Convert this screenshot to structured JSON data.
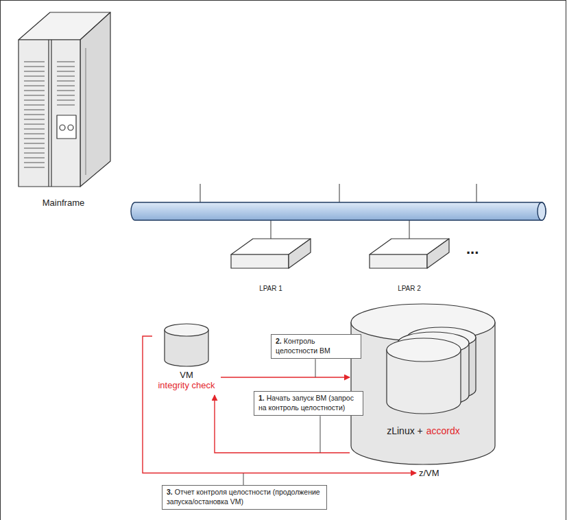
{
  "diagram": {
    "nodes": [
      {
        "text": [
          "Mainframe"
        ]
      },
      {
        "text": [
          "LPAR 1"
        ]
      },
      {
        "text": [
          "LPAR 2"
        ]
      },
      {
        "text": [
          "VM",
          "integrity check"
        ]
      },
      {
        "text": [
          "zLinux +",
          "accordx"
        ]
      },
      {
        "text": [
          "2.",
          "Контроль целостности ВМ"
        ]
      },
      {
        "text": [
          "1.",
          "Начать запуск ВМ (запрос на контроль целостности)"
        ]
      },
      {
        "text": [
          "z/VM"
        ]
      },
      {
        "text": [
          "3.",
          "Отчет контроля целостности (продолжение запуска/остановка VM)"
        ]
      }
    ],
    "edges": [
      {
        "from": 3,
        "to": 4,
        "arrow": "to"
      },
      {
        "from": 4,
        "to": 3,
        "arrow": "to"
      },
      {
        "from": 3,
        "to": 7,
        "arrow": "to"
      }
    ],
    "labels": [
      "..."
    ]
  }
}
